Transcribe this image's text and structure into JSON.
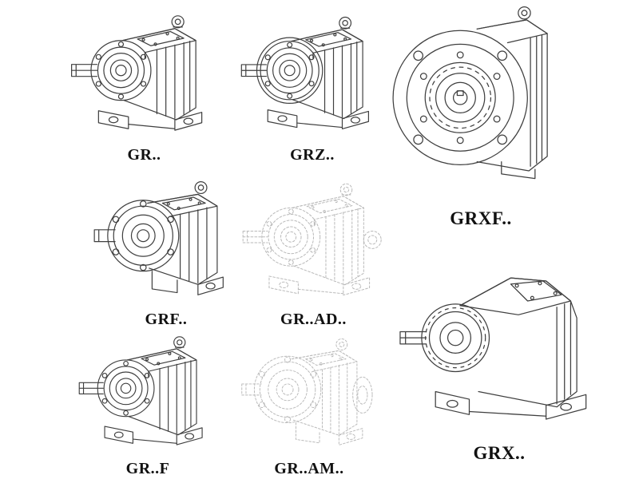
{
  "canvas": {
    "background": "#ffffff",
    "line_color": "#3f3f3f",
    "ghost_line_color": "#b9b9b9",
    "label_color": "#111111"
  },
  "models": [
    {
      "label": "GR..",
      "drawing": "foot-mounted-helical-gearbox-isometric",
      "line_style": "solid"
    },
    {
      "label": "GRZ..",
      "drawing": "foot-mounted-helical-gearbox-isometric",
      "line_style": "solid"
    },
    {
      "label": "GRXF..",
      "drawing": "flange-mounted-gearbox-front-view",
      "line_style": "solid"
    },
    {
      "label": "GRF..",
      "drawing": "flange-gearbox-isometric",
      "line_style": "solid"
    },
    {
      "label": "GR..AD..",
      "drawing": "gearbox-with-input-adapter-isometric",
      "line_style": "dashed-ghost"
    },
    {
      "label": "GR..F",
      "drawing": "foot-mounted-helical-gearbox-isometric",
      "line_style": "solid"
    },
    {
      "label": "GR..AM..",
      "drawing": "gearbox-with-motor-adapter-isometric",
      "line_style": "dashed-ghost"
    },
    {
      "label": "GRX..",
      "drawing": "foot-mounted-gearbox-large-isometric",
      "line_style": "solid"
    }
  ]
}
